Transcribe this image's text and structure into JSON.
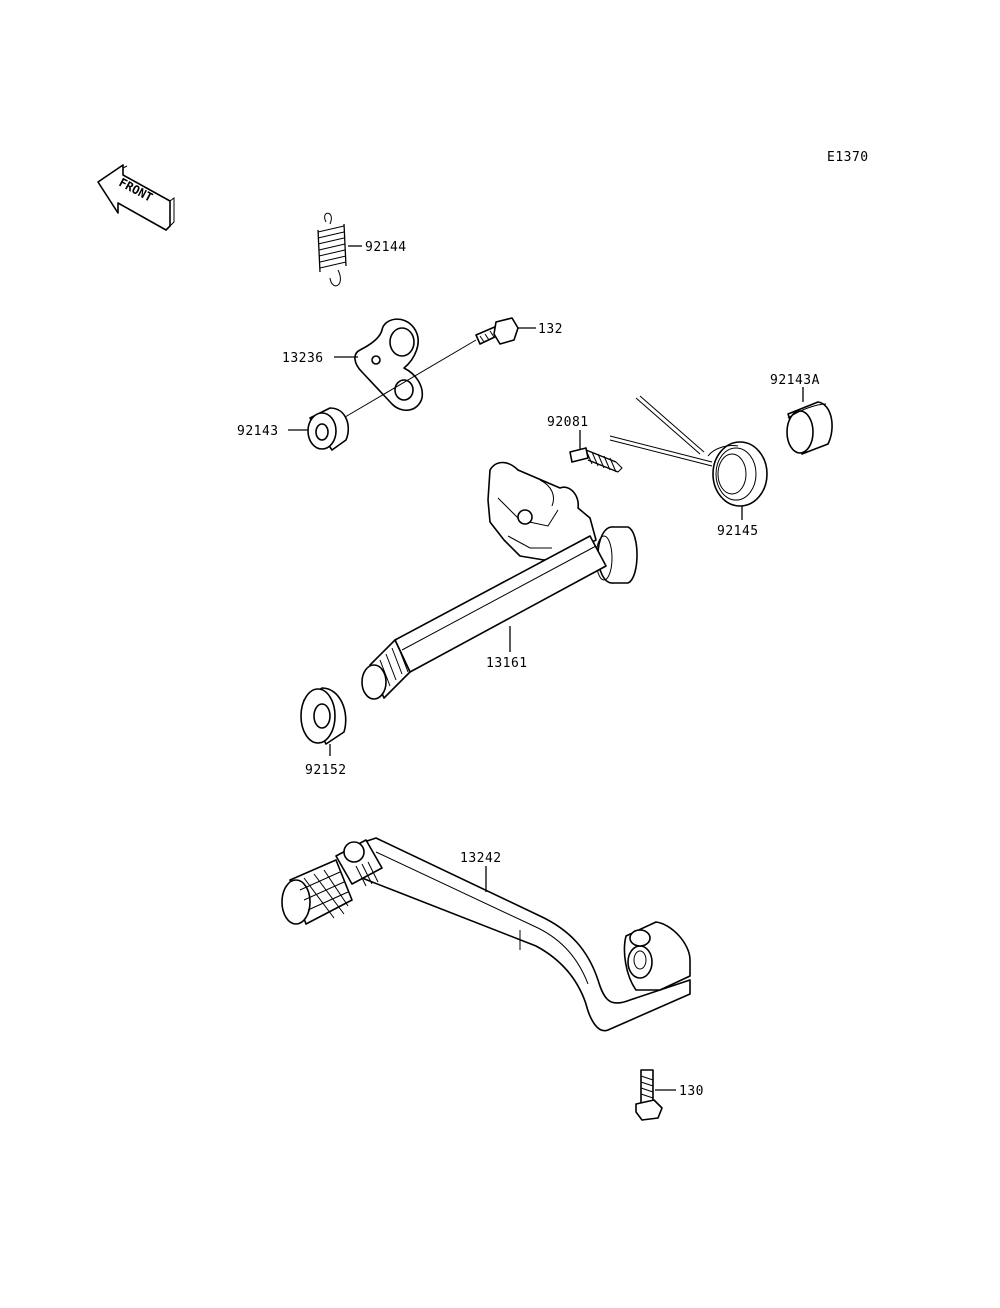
{
  "diagram_code": "E1370",
  "front_label": "FRONT",
  "parts": {
    "spring_top": "92144",
    "bolt_top": "132",
    "plate": "13236",
    "collar": "92143",
    "collar_a": "92143A",
    "pin": "92081",
    "torsion_spring": "92145",
    "shaft": "13161",
    "seal": "92152",
    "pedal": "13242",
    "bolt_bottom": "130"
  }
}
